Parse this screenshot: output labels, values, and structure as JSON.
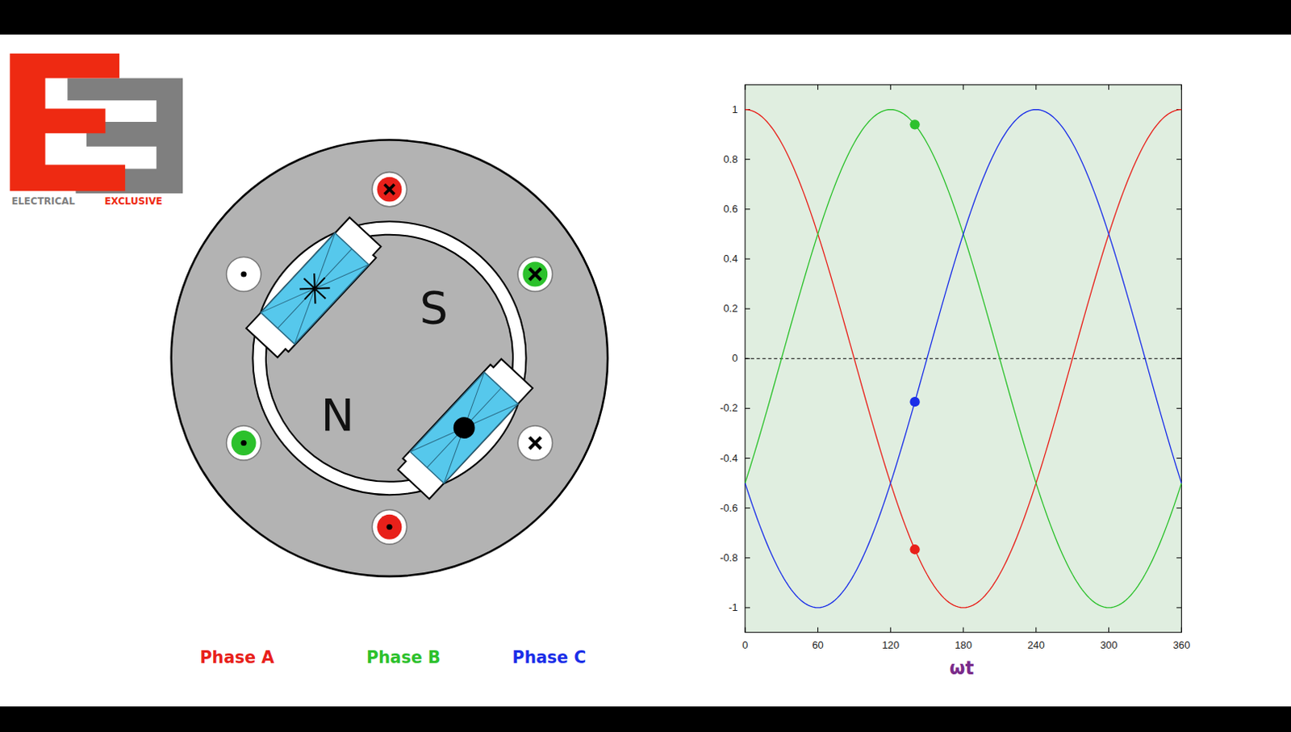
{
  "diagram": {
    "labels": [
      "ELECTRICAL",
      "EXCLUSIVE",
      "S",
      "N",
      "1",
      "0.8",
      "0.6",
      "0.4",
      "0.2",
      "0",
      "-0.2",
      "-0.4",
      "-0.6",
      "-0.8",
      "-1",
      "0",
      "60",
      "120",
      "180",
      "240",
      "300",
      "360",
      "ωt",
      "Phase A",
      "Phase B",
      "Phase C"
    ]
  }
}
